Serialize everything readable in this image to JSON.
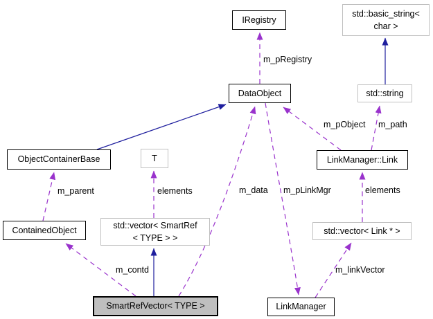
{
  "diagram_type": "collaboration-graph",
  "colors": {
    "inheritance": "#1f1f9e",
    "usage": "#9932cc",
    "node_border": "#000000",
    "template_border": "#c0c0c0",
    "focus_fill": "#bfbfbf",
    "background": "#ffffff",
    "text": "#000000"
  },
  "nodes": {
    "iregistry": {
      "label": "IRegistry"
    },
    "basic_string": {
      "line1": "std::basic_string<",
      "line2": "char >"
    },
    "dataobject": {
      "label": "DataObject"
    },
    "std_string": {
      "label": "std::string"
    },
    "objectcontainerbase": {
      "label": "ObjectContainerBase"
    },
    "t": {
      "label": "T"
    },
    "linkmanager_link": {
      "label": "LinkManager::Link"
    },
    "containedobject": {
      "label": "ContainedObject"
    },
    "vector_smartref": {
      "line1": "std::vector< SmartRef",
      "line2": "< TYPE > >"
    },
    "vector_link": {
      "label": "std::vector< Link * >"
    },
    "smartrefvector": {
      "label": "SmartRefVector< TYPE >"
    },
    "linkmanager": {
      "label": "LinkManager"
    }
  },
  "edge_labels": {
    "m_pregistry": "m_pRegistry",
    "m_pobject": "m_pObject",
    "m_path": "m_path",
    "m_data": "m_data",
    "m_plinkmgr": "m_pLinkMgr",
    "elements_link": "elements",
    "m_linkvector": "m_linkVector",
    "m_parent": "m_parent",
    "elements_t": "elements",
    "m_contd": "m_contd"
  }
}
